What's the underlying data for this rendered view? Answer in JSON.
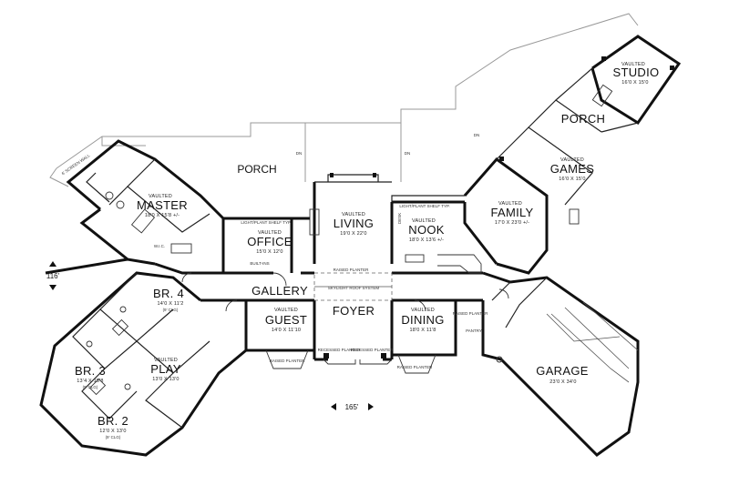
{
  "rooms": {
    "studio": {
      "name": "STUDIO",
      "vaulted": "VAULTED",
      "size": "16'0 X 15'0"
    },
    "porch_east": {
      "name": "PORCH"
    },
    "games": {
      "name": "GAMES",
      "vaulted": "VAULTED",
      "size": "16'0 X 15'0"
    },
    "family": {
      "name": "FAMILY",
      "vaulted": "VAULTED",
      "size": "17'0 X 23'0 +/-"
    },
    "porch_main": {
      "name": "PORCH"
    },
    "master": {
      "name": "MASTER",
      "vaulted": "VAULTED",
      "size": "18'0 X 15'8 +/-"
    },
    "office": {
      "name": "OFFICE",
      "vaulted": "VAULTED",
      "size": "15'0 X 12'0"
    },
    "living": {
      "name": "LIVING",
      "vaulted": "VAULTED",
      "size": "19'0 X 22'0"
    },
    "nook": {
      "name": "NOOK",
      "vaulted": "VAULTED",
      "size": "18'0 X 13'6 +/-"
    },
    "gallery": {
      "name": "GALLERY"
    },
    "br4": {
      "name": "BR. 4",
      "size": "14'0 X 11'2",
      "clg": "(9' CLG)"
    },
    "guest": {
      "name": "GUEST",
      "vaulted": "VAULTED",
      "size": "14'0 X 11'10"
    },
    "foyer": {
      "name": "FOYER"
    },
    "dining": {
      "name": "DINING",
      "vaulted": "VAULTED",
      "size": "18'0 X 11'8"
    },
    "br3": {
      "name": "BR. 3",
      "size": "13'4 X 15'8",
      "clg": "(9' CLG)"
    },
    "play": {
      "name": "PLAY",
      "vaulted": "VAULTED",
      "size": "13'0 X 13'0"
    },
    "br2": {
      "name": "BR. 2",
      "size": "12'0 X 13'0",
      "clg": "(9' CLG)"
    },
    "garage": {
      "name": "GARAGE",
      "size": "23'0 X 34'0"
    }
  },
  "labels": {
    "skylight": "SKYLIGHT ROOF SYSTEM",
    "light_plant_shelf_1": "LIGHT/PLANT SHELF TYP.",
    "light_plant_shelf_2": "LIGHT/PLANT SHELF TYP.",
    "raised_planter_1": "RAISED PLANTER",
    "raised_planter_2": "RAISED PLANTER",
    "raised_planter_3": "RAISED PLANTER",
    "raised_planter_4": "RAISED PLANTER",
    "recessed_planter_1": "RECESSED PLANTER",
    "recessed_planter_2": "RECESSED PLANTER",
    "screen_wall": "6' SCREEN WALL",
    "dn_1": "DN",
    "dn_2": "DN",
    "dn_3": "DN",
    "wic": "W.I.C.",
    "built_ins": "BUILT-INS",
    "pantry": "PANTRY",
    "desk": "DESK"
  },
  "dimensions": {
    "depth": "116'",
    "width": "165'"
  }
}
